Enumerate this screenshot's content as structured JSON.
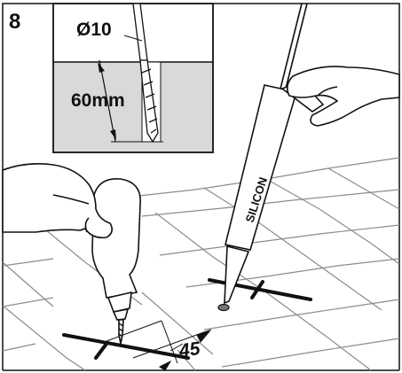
{
  "step": {
    "number": "8"
  },
  "inset": {
    "diameter_label": "Ø10",
    "depth_label": "60mm"
  },
  "spacing": {
    "label": "45"
  },
  "cartridge": {
    "label": "SILICON"
  },
  "colors": {
    "line": "#111111",
    "inset_fill": "#d9d9d9",
    "tile_line": "#8c8c8c",
    "background": "#ffffff"
  }
}
